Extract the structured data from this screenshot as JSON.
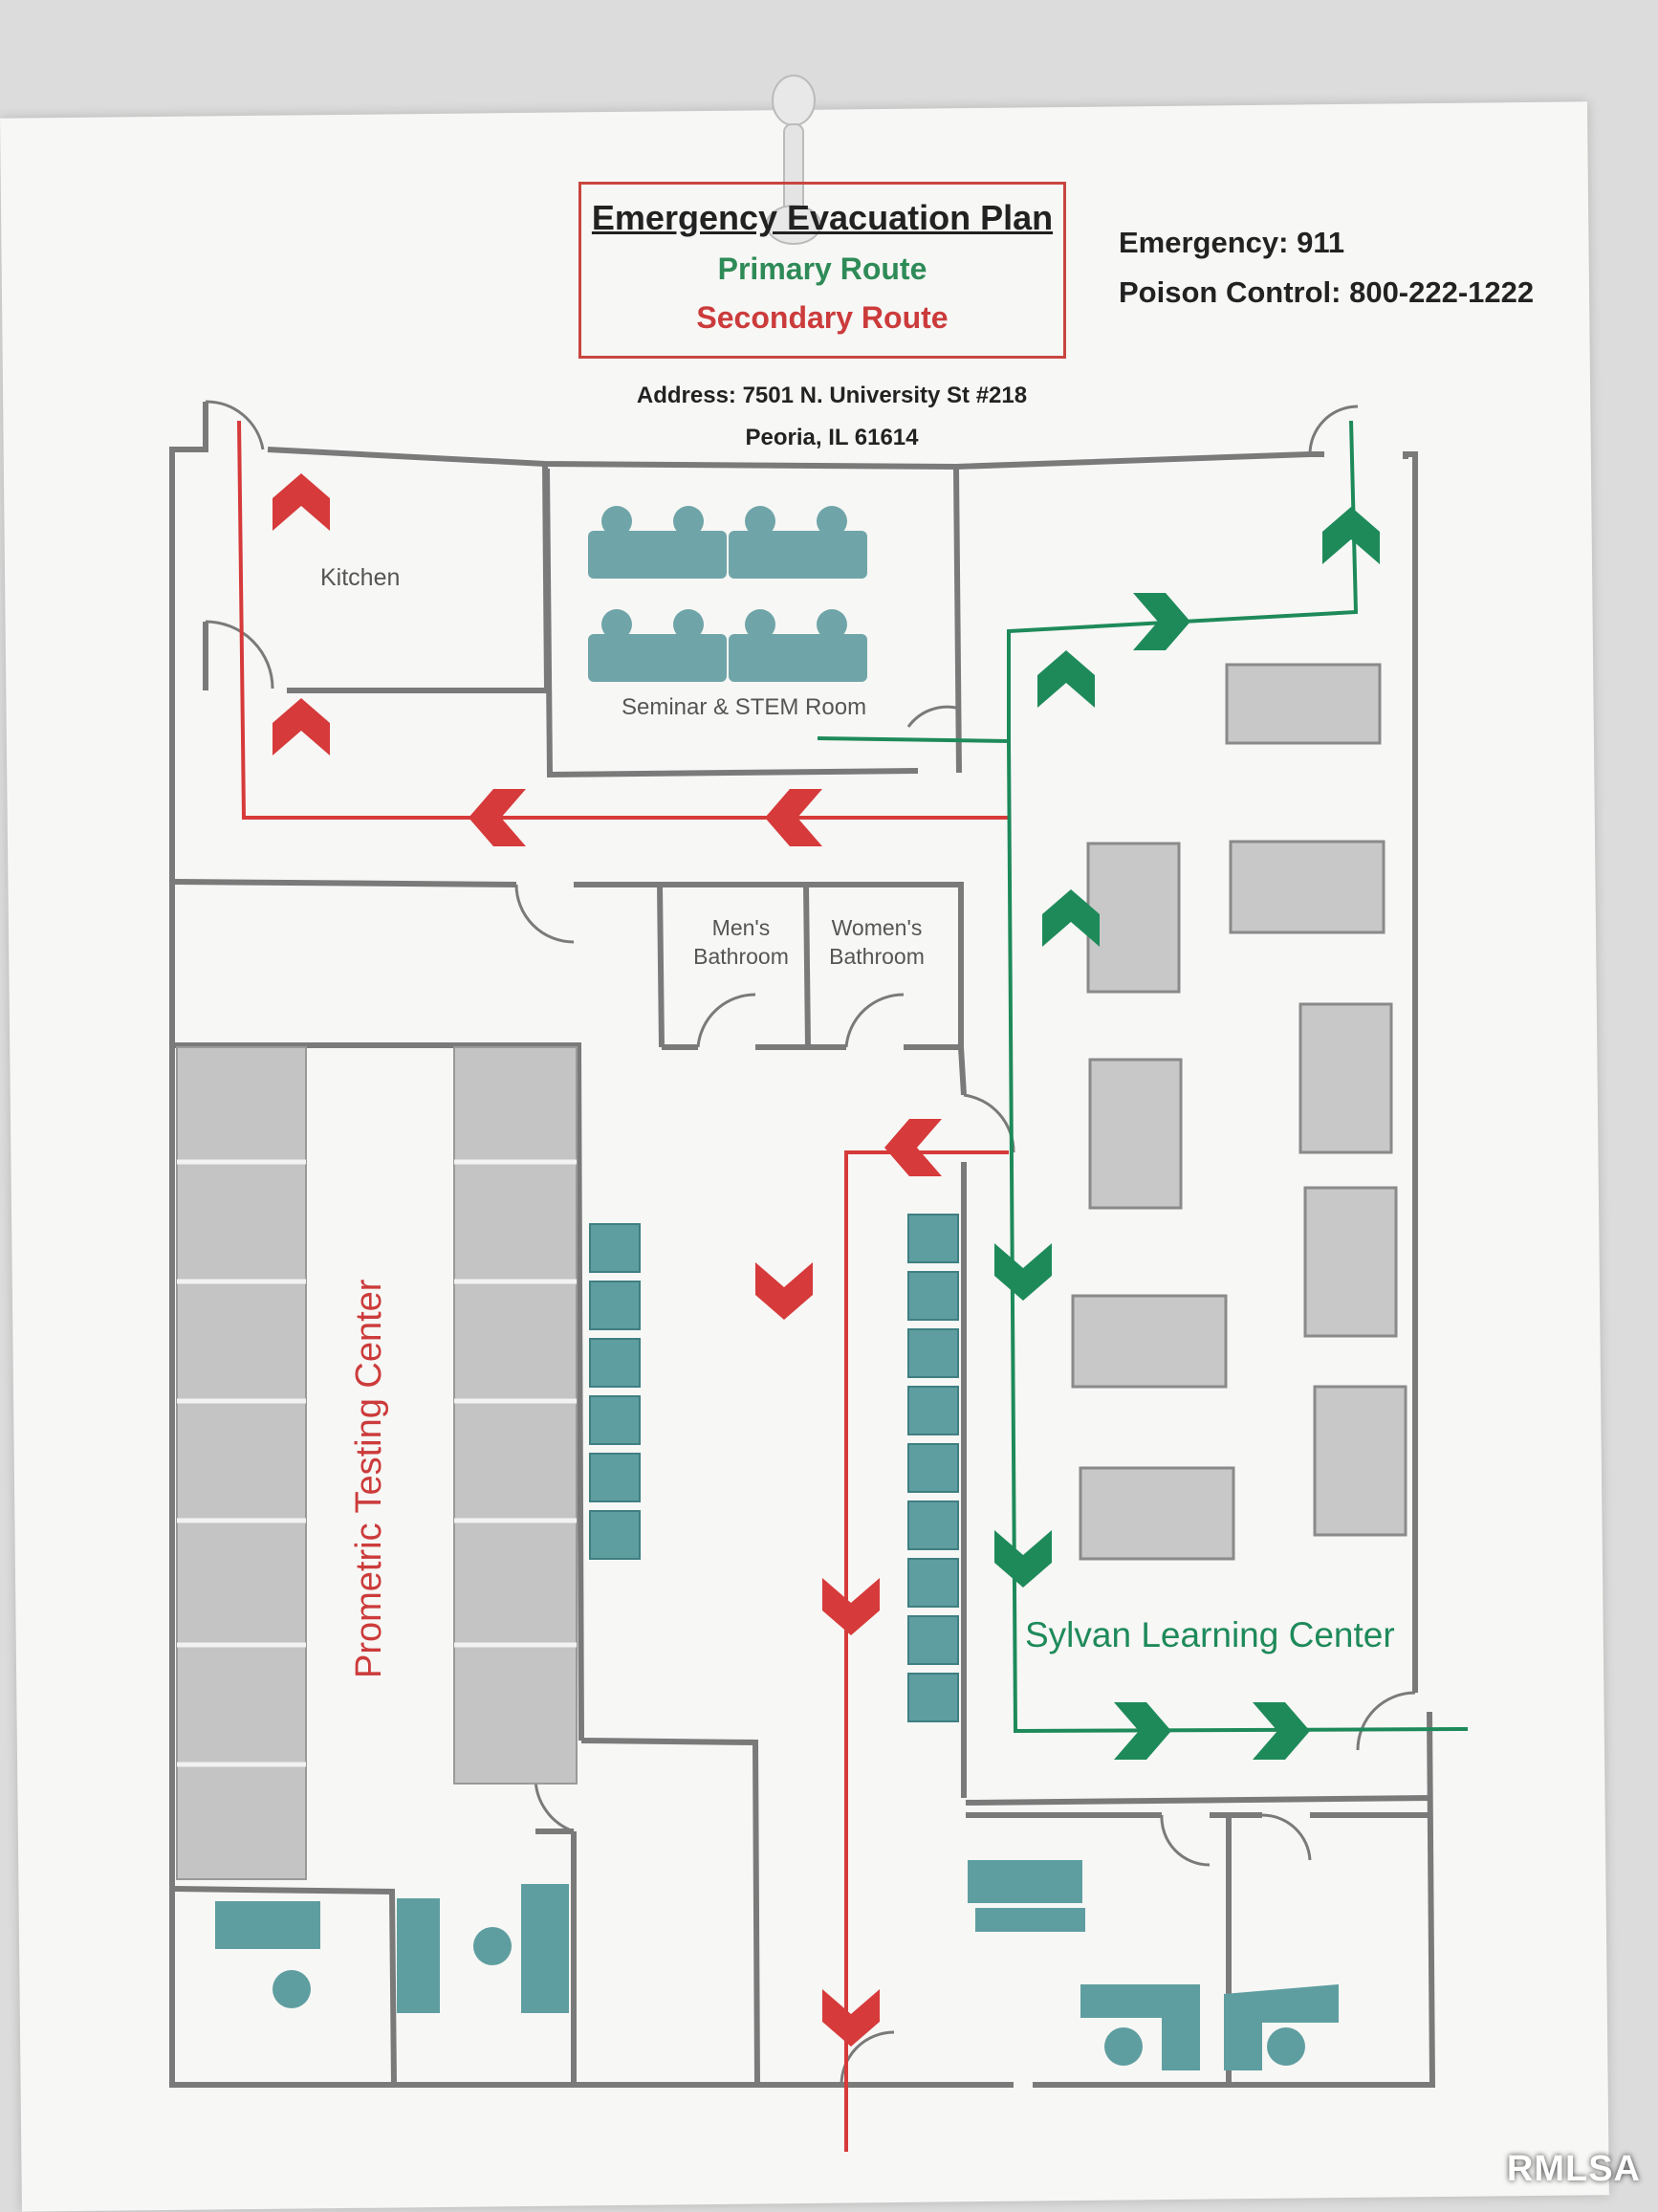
{
  "header": {
    "title": "Emergency Evacuation Plan",
    "primary_route": "Primary Route",
    "secondary_route": "Secondary Route"
  },
  "contacts": {
    "emergency": "Emergency: 911",
    "poison_control": "Poison Control: 800-222-1222"
  },
  "address": {
    "line1": "Address: 7501 N. University St #218",
    "line2": "Peoria, IL  61614"
  },
  "rooms": {
    "kitchen": "Kitchen",
    "seminar": "Seminar & STEM Room",
    "mens_line1": "Men's",
    "mens_line2": "Bathroom",
    "womens_line1": "Women's",
    "womens_line2": "Bathroom",
    "prometric": "Prometric Testing Center",
    "sylvan": "Sylvan Learning Center"
  },
  "colors": {
    "primary_route": "#1e8a5a",
    "secondary_route": "#d63a3a",
    "wall": "#7a7a7a",
    "furniture_teal": "#5f9ea0",
    "furniture_gray": "#bdbdbd"
  },
  "watermark": "RMLSA"
}
